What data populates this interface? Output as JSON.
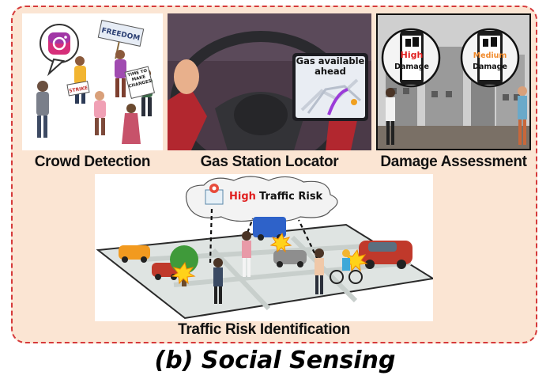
{
  "panels": {
    "crowd": {
      "caption": "Crowd Detection",
      "signs": [
        "FREEDOM",
        "STRIKE",
        "TIME TO MAKE CHANGES"
      ]
    },
    "gas": {
      "caption": "Gas Station Locator",
      "screen_text": "Gas available ahead"
    },
    "damage": {
      "caption": "Damage Assessment",
      "left_bubble": {
        "level": "High",
        "word": "Damage"
      },
      "right_bubble": {
        "level": "Medium",
        "word": "Damage"
      }
    },
    "traffic": {
      "caption": "Traffic Risk Identification",
      "cloud_prefix": "High",
      "cloud_suffix": "Traffic Risk"
    }
  },
  "figure_label": "(b) Social Sensing",
  "colors": {
    "border": "#d63a3a",
    "background": "#fbe5d3",
    "high": "#e02020",
    "medium": "#f08a2c"
  }
}
